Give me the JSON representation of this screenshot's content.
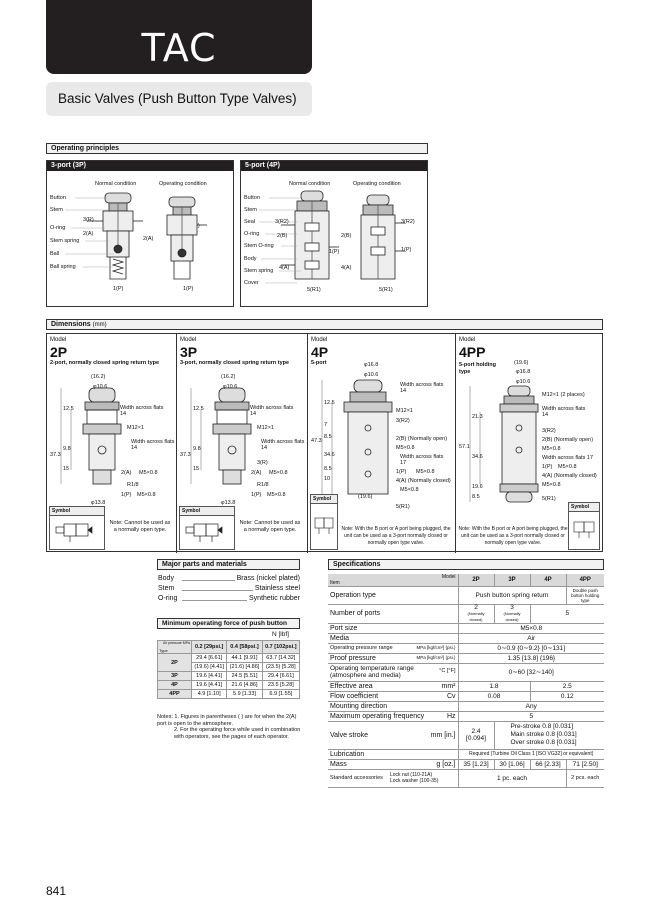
{
  "header": {
    "title": "TAC",
    "subtitle": "Basic Valves (Push Button Type Valves)"
  },
  "operating": {
    "title": "Operating principles",
    "port3": {
      "title": "3-port (3P)",
      "normal": "Normal condition",
      "operating": "Operating condition",
      "labels": [
        "Button",
        "Stem",
        "O-ring",
        "Stem spring",
        "Ball",
        "Ball spring"
      ],
      "ports": [
        "3(R)",
        "2(A)",
        "1(P)",
        "3(R)",
        "2(A)",
        "1(P)"
      ]
    },
    "port5": {
      "title": "5-port (4P)",
      "normal": "Normal condition",
      "operating": "Operating condition",
      "labels": [
        "Button",
        "Stem",
        "Seal",
        "O-ring",
        "Stem O-ring",
        "Body",
        "Stem spring",
        "Cover"
      ],
      "ports": [
        "3(R2)",
        "2(B)",
        "1(P)",
        "4(A)",
        "5(R1)",
        "3(R2)",
        "2(B)",
        "1(P)",
        "4(A)",
        "5(R1)"
      ]
    }
  },
  "dimensions": {
    "title": "Dimensions",
    "unit": "(mm)",
    "panels": [
      {
        "model_label": "Model",
        "model": "2P",
        "desc": "2-port, normally closed spring return type",
        "dims": [
          "(16.2)",
          "φ10.6",
          "Width across flats 14",
          "M12×1",
          "Width across flats 14",
          "37.3",
          "9.8",
          "15",
          "2(A)",
          "M5×0.8",
          "R1/8",
          "1(P)",
          "M5×0.8",
          "φ13.8",
          "12.5"
        ],
        "symbol": "Symbol",
        "note": "Note: Cannot be used as a normally open type."
      },
      {
        "model_label": "Model",
        "model": "3P",
        "desc": "3-port, normally closed spring return type",
        "dims": [
          "(16.2)",
          "φ10.6",
          "Width across flats 14",
          "M12×1",
          "Width across flats 14",
          "37.3",
          "9.8",
          "15",
          "3(R)",
          "2(A)",
          "M5×0.8",
          "R1/8",
          "1(P)",
          "M5×0.8",
          "φ13.8",
          "12.5"
        ],
        "symbol": "Symbol",
        "note": "Note: Cannot be used as a normally open type."
      },
      {
        "model_label": "Model",
        "model": "4P",
        "desc": "5-port",
        "dims": [
          "φ16.8",
          "φ10.6",
          "Width across flats 14",
          "M12×1",
          "3(R2)",
          "2(B) (Normally open)",
          "M5×0.8",
          "Width across flats 17",
          "1(P)",
          "M5×0.8",
          "4(A) (Normally closed)",
          "M5×0.8",
          "(19.6)",
          "5(R1)",
          "47.3",
          "34.6",
          "8.5",
          "12.5",
          "7",
          "10",
          "8.5"
        ],
        "symbol": "Symbol",
        "note": "Note: With the B port or A port being plugged, the unit can be used as a 3-port normally closed or normally open type valve."
      },
      {
        "model_label": "Model",
        "model": "4PP",
        "desc": "5-port holding type",
        "dims": [
          "(19.6)",
          "φ16.8",
          "φ10.6",
          "M12×1 (2 places)",
          "Width across flats 14",
          "3(R2)",
          "2(B) (Normally open)",
          "M5×0.8",
          "Width across flats 17",
          "1(P)",
          "M5×0.8",
          "4(A) (Normally closed)",
          "M5×0.8",
          "5(R1)",
          "57.1",
          "34.6",
          "21.3",
          "19.6",
          "8.5"
        ],
        "symbol": "Symbol",
        "note": "Note: With the B port or A port being plugged, the unit can be used as a 3-port normally closed or normally open type valve."
      }
    ]
  },
  "parts": {
    "title": "Major parts and materials",
    "rows": [
      {
        "part": "Body",
        "material": "Brass (nickel plated)"
      },
      {
        "part": "Stem",
        "material": "Stainless steel"
      },
      {
        "part": "O-ring",
        "material": "Synthetic rubber"
      }
    ]
  },
  "force": {
    "title": "Minimum operating force of push button",
    "unit": "N [lbf]",
    "corner_top": "Air pressure MPa",
    "corner_bottom": "Type",
    "pressures": [
      "0.2 [29psi.]",
      "0.4 [58psi.]",
      "0.7 [102psi.]"
    ],
    "rows": [
      {
        "type": "2P",
        "values": [
          "29.4 [6.61]",
          "44.1 [9.91]",
          "63.7 [14.32]"
        ]
      },
      {
        "type": "",
        "values": [
          "(19.6) [4.41]",
          "(21.6) [4.86]",
          "(23.5) [5.28]"
        ]
      },
      {
        "type": "3P",
        "values": [
          "19.6 [4.41]",
          "24.5 [5.51]",
          "29.4 [6.61]"
        ]
      },
      {
        "type": "4P",
        "values": [
          "19.6 [4.41]",
          "21.6 [4.86]",
          "23.5 [5.28]"
        ]
      },
      {
        "type": "4PP",
        "values": [
          "4.9 [1.10]",
          "5.9 [1.33]",
          "6.9 [1.55]"
        ]
      }
    ],
    "notes": [
      "Notes: 1. Figures in parentheses ( ) are for when the 2(A) port is open to the atmosphere.",
      "2. For the operating force while used in combination with operators, see the pages of each operator."
    ]
  },
  "specs": {
    "title": "Specifications",
    "item": "Item",
    "model": "Model",
    "models": [
      "2P",
      "3P",
      "4P",
      "4PP"
    ],
    "operation_type": {
      "label": "Operation type",
      "value": "Push button spring return",
      "value_4pp": "Double push button holding type"
    },
    "ports": {
      "label": "Number of ports",
      "v2p": "2",
      "v2p_note": "(Normally closed)",
      "v3p": "3",
      "v3p_note": "(Normally closed)",
      "v5": "5"
    },
    "port_size": {
      "label": "Port size",
      "value": "M5×0.8"
    },
    "media": {
      "label": "Media",
      "value": "Air"
    },
    "pressure_range": {
      "label": "Operating pressure range",
      "unit": "MPa [kgf/cm²] {psi.}",
      "value": "0∼0.9 {0∼9.2} [0∼131]"
    },
    "proof": {
      "label": "Proof pressure",
      "unit": "MPa [kgf/cm²] {psi.}",
      "value": "1.35 [13.8] {196}"
    },
    "temp": {
      "label": "Operating temperature range (atmosphere and media)",
      "unit": "°C [°F]",
      "value": "0∼60 [32∼140]"
    },
    "area": {
      "label": "Effective area",
      "unit": "mm²",
      "v1": "1.8",
      "v2": "2.5"
    },
    "flow": {
      "label": "Flow coefficient",
      "unit": "Cv",
      "v1": "0.08",
      "v2": "0.12"
    },
    "mounting": {
      "label": "Mounting direction",
      "value": "Any"
    },
    "freq": {
      "label": "Maximum operating frequency",
      "unit": "Hz",
      "value": "5"
    },
    "stroke": {
      "label": "Valve stroke",
      "unit": "mm [in.]",
      "v1": "2.4",
      "v1b": "[0.094]",
      "lines": [
        "Pre-stroke 0.8 [0.031]",
        "Main stroke 0.8 [0.031]",
        "Over stroke 0.8 [0.031]"
      ]
    },
    "lubrication": {
      "label": "Lubrication",
      "value": "Required (Turbine Oil Class 1 [ISO VG32] or equivalent)"
    },
    "mass": {
      "label": "Mass",
      "unit": "g [oz.]",
      "values": [
        "35 [1.23]",
        "30 [1.06]",
        "66 [2.33]",
        "71 [2.50]"
      ]
    },
    "accessories": {
      "label": "Standard accessories",
      "lines": [
        "Lock nut (110-21A)",
        "Lock washer (100-35)"
      ],
      "v1": "1 pc. each",
      "v2": "2 pcs. each"
    }
  },
  "page_number": "841"
}
